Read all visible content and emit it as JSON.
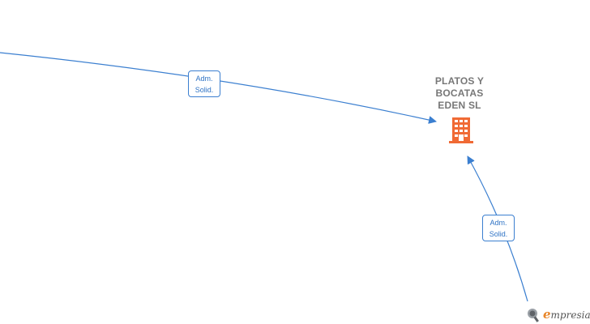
{
  "company": {
    "name": "PLATOS Y\nBOCATAS\nEDEN  SL",
    "icon": "building-icon",
    "icon_color": "#f06a35"
  },
  "edges": [
    {
      "label_line1": "Adm.",
      "label_line2": "Solid."
    },
    {
      "label_line1": "Adm.",
      "label_line2": "Solid."
    }
  ],
  "edge_color": "#3b7fd0",
  "brand": {
    "first_letter": "e",
    "rest": "mpresia"
  }
}
